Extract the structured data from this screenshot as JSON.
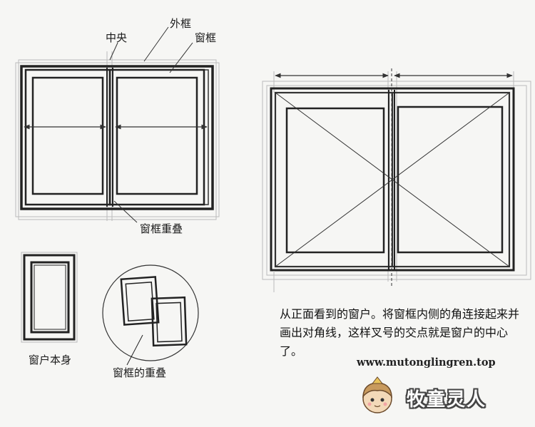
{
  "labels": {
    "center": "中央",
    "outer_frame": "外框",
    "window_frame": "窗框",
    "frame_overlap": "窗框重叠",
    "window_itself": "窗户本身",
    "frame_overlap_detail": "窗框的重叠"
  },
  "caption": "从正面看到的窗户。将窗框内侧的角连接起来并画出对角线，这样叉号的交点就是窗户的中心了。",
  "watermark": {
    "url": "www.mutonglingren.top",
    "brand": "牧童灵人"
  }
}
